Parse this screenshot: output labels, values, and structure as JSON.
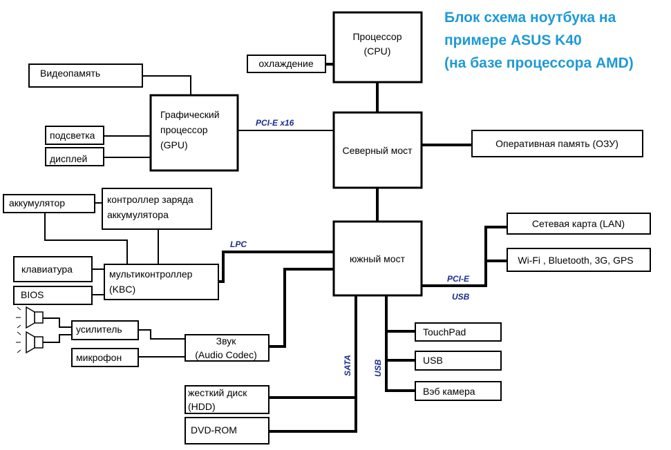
{
  "title": {
    "line1": "Блок схема ноутбука на",
    "line2": "примере ASUS K40",
    "line3": "(на базе процессора AMD)"
  },
  "blocks": {
    "cpu": [
      "Процессор",
      "(CPU)"
    ],
    "cooling": "охлаждение",
    "vram": "Видеопамять",
    "gpu": [
      "Графический",
      "процессор",
      "(GPU)"
    ],
    "backlight": "подсветка",
    "display": "дисплей",
    "northbridge": "Северный мост",
    "ram": "Оперативная память (ОЗУ)",
    "battery": "аккумулятор",
    "charge_controller": [
      "контроллер заряда",
      "аккумулятора"
    ],
    "southbridge": "южный мост",
    "keyboard": "клавиатура",
    "bios": "BIOS",
    "kbc": [
      "мультиконтроллер",
      "(KBC)"
    ],
    "amplifier": "усилитель",
    "microphone": "микрофон",
    "audio": [
      "Звук",
      "(Audio Codec)"
    ],
    "lan": "Сетевая карта (LAN)",
    "wireless": "Wi-Fi , Bluetooth, 3G, GPS",
    "touchpad": "TouchPad",
    "usb": "USB",
    "webcam": "Вэб камера",
    "hdd": [
      "жесткий диск",
      "(HDD)"
    ],
    "dvd": "DVD-ROM"
  },
  "buses": {
    "pcie_x16": "PCI-E x16",
    "lpc": "LPC",
    "pcie": "PCI-E",
    "usb_h": "USB",
    "sata": "SATA",
    "usb_v": "USB"
  },
  "colors": {
    "title": "#1e9ad6",
    "bus_label": "#1a2c8c"
  }
}
